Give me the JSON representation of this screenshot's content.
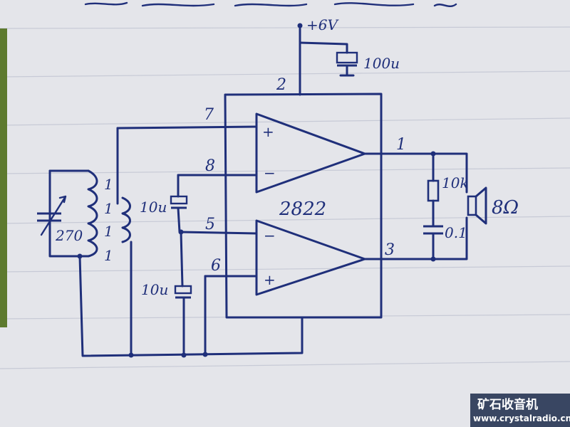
{
  "diagram": {
    "header_scribble": "",
    "supply_label": "+6V",
    "chip_label": "2822",
    "pins": {
      "p1": "1",
      "p2": "2",
      "p3": "3",
      "p5": "5",
      "p6": "6",
      "p7": "7",
      "p8": "8"
    },
    "op_amp_signs": {
      "upper_plus": "+",
      "upper_minus": "−",
      "lower_minus": "−",
      "lower_plus": "+"
    },
    "components": {
      "supply_cap": "100u",
      "cap_upper": "10u",
      "cap_lower": "10u",
      "tuning_cap": "270",
      "resistor": "10k",
      "zobel_cap": "0.1",
      "speaker": "8Ω"
    },
    "coil_turns_marks": "1 1 1 1"
  },
  "watermark": {
    "title": "矿石收音机",
    "url": "www.crystalradio.cn"
  },
  "colors": {
    "ink": "#1f2f7a",
    "paper": "#e4e5ea",
    "watermark_bg": "#1b2a4a"
  }
}
